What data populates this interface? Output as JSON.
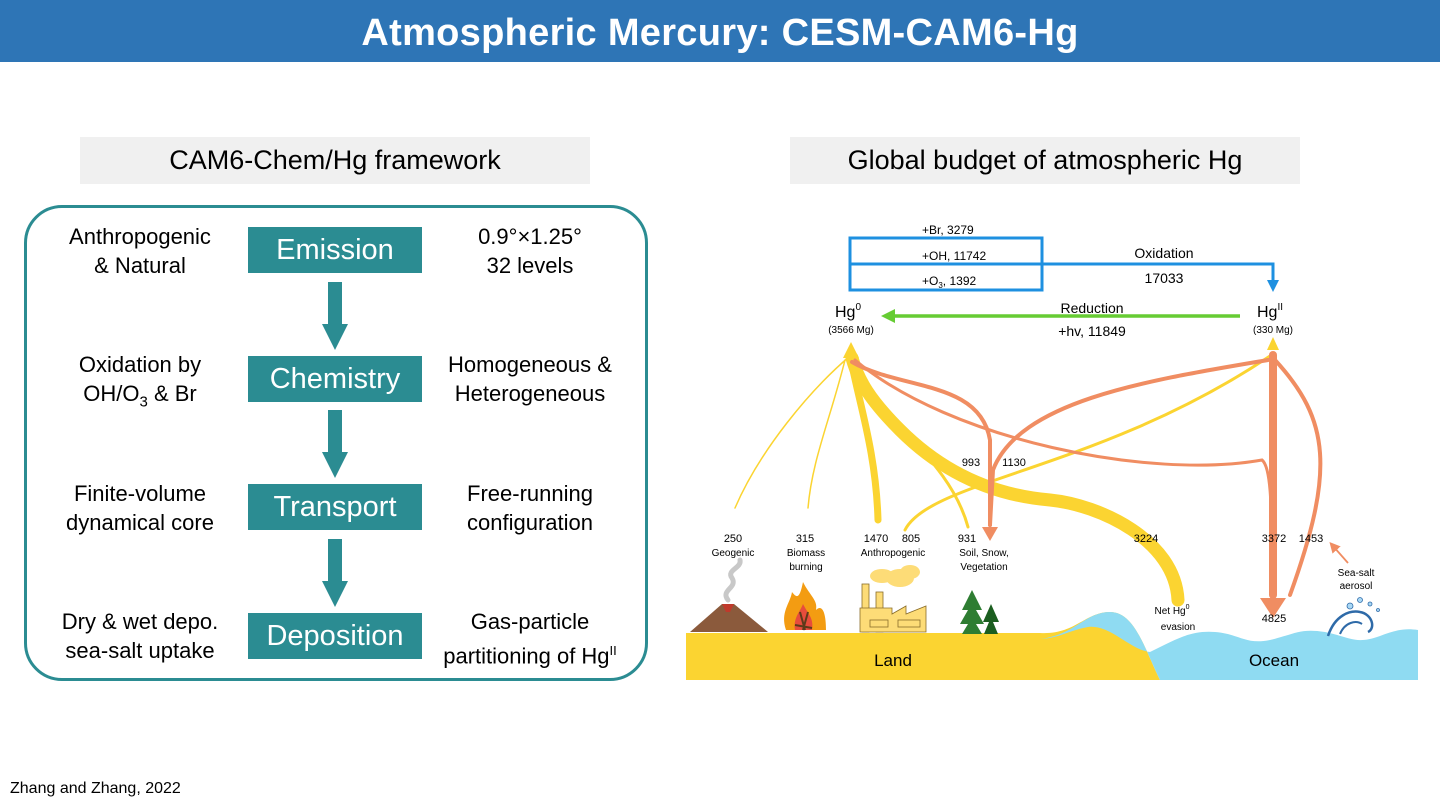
{
  "title": "Atmospheric Mercury: CESM-CAM6-Hg",
  "left_panel": {
    "heading": "CAM6-Chem/Hg framework",
    "rows": [
      {
        "stage": "Emission",
        "left": [
          "Anthropogenic",
          "& Natural"
        ],
        "right": [
          "0.9°×1.25°",
          "32 levels"
        ]
      },
      {
        "stage": "Chemistry",
        "left": [
          "Oxidation by",
          "OH/O",
          "3",
          " & Br"
        ],
        "right": [
          "Homogeneous &",
          "Heterogeneous"
        ]
      },
      {
        "stage": "Transport",
        "left": [
          "Finite-volume",
          "dynamical core"
        ],
        "right": [
          "Free-running",
          "configuration"
        ]
      },
      {
        "stage": "Deposition",
        "left": [
          "Dry & wet depo.",
          "sea-salt uptake"
        ],
        "right": [
          "Gas-particle",
          "partitioning of Hg",
          "II"
        ]
      }
    ]
  },
  "right_panel": {
    "heading": "Global budget of atmospheric Hg",
    "hg0": {
      "label": "Hg",
      "sup": "0",
      "mass": "(3566 Mg)"
    },
    "hg2": {
      "label": "Hg",
      "sup": "II",
      "mass": "(330 Mg)"
    },
    "oxidation": {
      "label": "Oxidation",
      "total": "17033",
      "br": "+Br,  3279",
      "oh": "+OH, 11742",
      "o3_pre": "+O",
      "o3_sub": "3",
      "o3_val": ",  1392"
    },
    "reduction": {
      "label": "Reduction",
      "value": "+hv, 11849"
    },
    "flux_labels": {
      "geogenic": "250",
      "biomass": "315",
      "anthro_a": "1470",
      "anthro_b": "805",
      "soil_a": "993",
      "soil_b": "1130",
      "soil_c": "931",
      "evasion": "3224",
      "ocean_a": "3372",
      "ocean_b": "1453",
      "ocean_dep": "4825"
    },
    "source_labels": {
      "geogenic": "Geogenic",
      "biomass": [
        "Biomass",
        "burning"
      ],
      "anthro": "Anthropogenic",
      "soil": [
        "Soil, Snow,",
        "Vegetation"
      ],
      "evasion_a": "Net Hg",
      "evasion_sup": "0",
      "evasion_b": "evasion",
      "seasalt": [
        "Sea-salt",
        "aerosol"
      ]
    },
    "surface": {
      "land": "Land",
      "ocean": "Ocean"
    },
    "colors": {
      "oxidation": "#1E90E0",
      "reduction": "#66CC33",
      "hg0_flux": "#FBD431",
      "hg2_flux": "#F08D62",
      "land": "#FBD431",
      "ocean": "#8FDBF2"
    }
  },
  "footer": "Zhang and Zhang, 2022"
}
